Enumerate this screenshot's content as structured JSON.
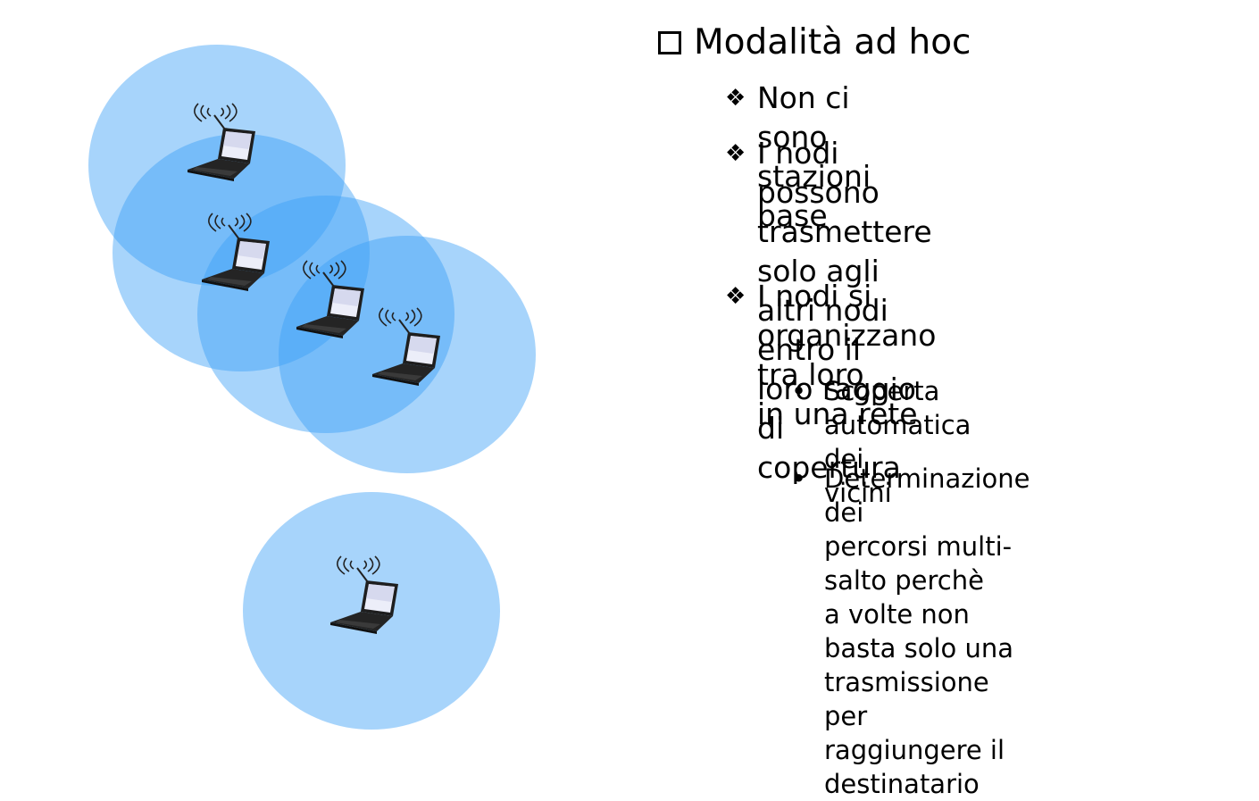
{
  "heading": "Modalità ad hoc",
  "bullets": [
    {
      "marker": "❖",
      "lines": [
        "Non ci sono stazioni base"
      ]
    },
    {
      "marker": "❖",
      "lines": [
        "I nodi possono trasmettere",
        "solo agli altri nodi entro il",
        "loro raggio di copertura"
      ]
    },
    {
      "marker": "❖",
      "lines": [
        "I nodi si organizzano tra loro",
        "in una rete"
      ]
    }
  ],
  "subbullets": [
    {
      "marker": "•",
      "lines": [
        "Scoperta automatica dei",
        "vicini"
      ]
    },
    {
      "marker": "•",
      "lines": [
        "Determinazione dei",
        "percorsi multi-salto perchè",
        "a volte non basta solo una",
        "trasmissione per",
        "raggiungere il destinatario"
      ]
    }
  ],
  "colors": {
    "coverage": "#9fd0fb",
    "laptop_body": "#1f1f1f",
    "screen": "#e8eaf8"
  },
  "icons": [
    "laptop-icon",
    "wireless-signal-icon"
  ]
}
